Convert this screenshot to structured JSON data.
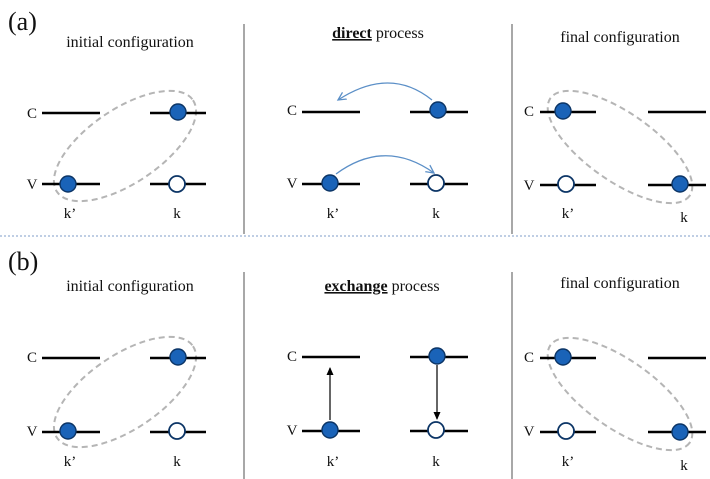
{
  "panel_a": {
    "label": "(a)",
    "left_title": "initial configuration",
    "middle_title_bold": "direct",
    "middle_title_rest": " process",
    "right_title": "final configuration"
  },
  "panel_b": {
    "label": "(b)",
    "left_title": "initial configuration",
    "middle_title_bold": "exchange",
    "middle_title_rest": " process",
    "right_title": "final configuration"
  },
  "labels": {
    "conduction": "C",
    "valence": "V",
    "k_prime": "k’",
    "k": "k"
  },
  "colors": {
    "electron": "#1a63b8",
    "electron_outline": "#0c3566",
    "exciton_ellipse": "#b5b5b5",
    "direct_arrow": "#5b8fc7",
    "divider": "#7f9ec8"
  }
}
